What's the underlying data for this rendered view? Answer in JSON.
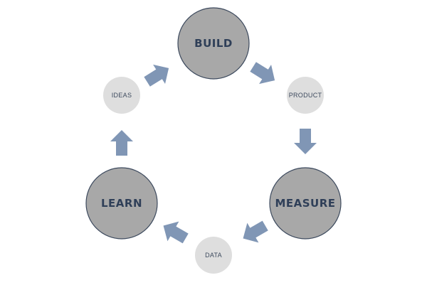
{
  "diagram": {
    "nodes": {
      "build": {
        "label": "BUILD"
      },
      "product": {
        "label": "PRODUCT"
      },
      "measure": {
        "label": "MEASURE"
      },
      "data": {
        "label": "DATA"
      },
      "learn": {
        "label": "LEARN"
      },
      "ideas": {
        "label": "IDEAS"
      }
    },
    "colors": {
      "big_fill": "#a8a8a8",
      "big_stroke": "#3d4a5e",
      "big_text": "#2f3f58",
      "small_fill": "#dedede",
      "small_text": "#3d4a5e",
      "arrow": "#8096b5"
    }
  }
}
